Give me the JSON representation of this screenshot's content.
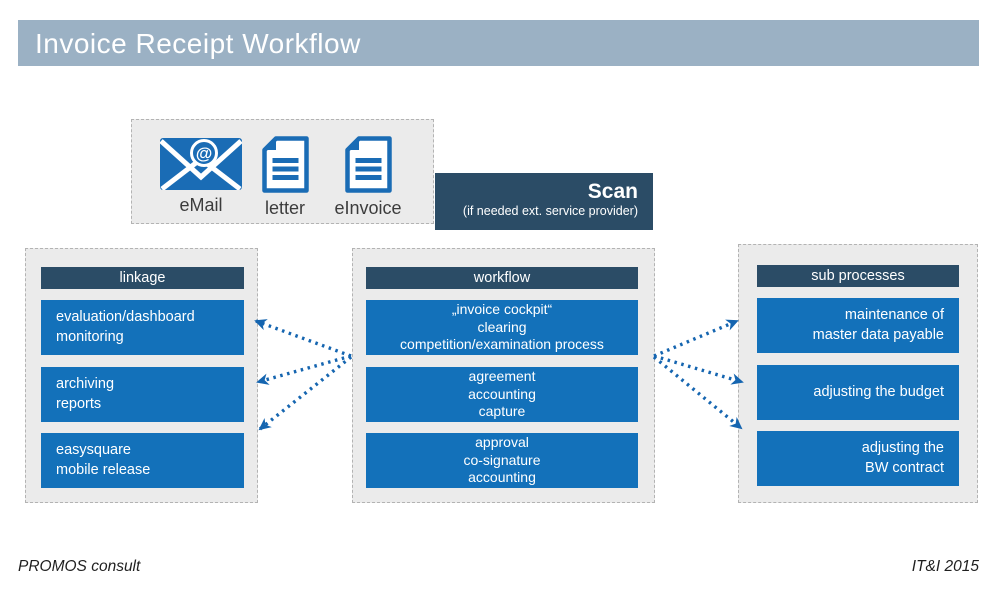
{
  "title": "Invoice Receipt Workflow",
  "sources": {
    "items": [
      {
        "label": "eMail",
        "icon": "email-envelope-icon"
      },
      {
        "label": "letter",
        "icon": "letter-document-icon"
      },
      {
        "label": "eInvoice",
        "icon": "einvoice-document-icon"
      }
    ]
  },
  "scan": {
    "title": "Scan",
    "subtitle": "(if needed ext. service provider)"
  },
  "columns": {
    "linkage": {
      "header": "linkage",
      "boxes": [
        "evaluation/dashboard\nmonitoring",
        "archiving\nreports",
        "easysquare\nmobile release"
      ]
    },
    "workflow": {
      "header": "workflow",
      "boxes": [
        "„invoice cockpit“\nclearing\ncompetition/examination process",
        "agreement\naccounting\ncapture",
        "approval\nco-signature\naccounting"
      ]
    },
    "subprocesses": {
      "header": "sub processes",
      "boxes": [
        "maintenance of\nmaster data payable",
        "adjusting the budget",
        "adjusting the\nBW contract"
      ]
    }
  },
  "footer": {
    "left": "PROMOS consult",
    "right": "IT&I 2015"
  },
  "colors": {
    "header_bar": "#9bb1c4",
    "navy": "#2b4c66",
    "blue": "#1371ba",
    "panel": "#ebebeb",
    "icon_blue": "#1a6cb5",
    "arrow": "#1565b0"
  }
}
